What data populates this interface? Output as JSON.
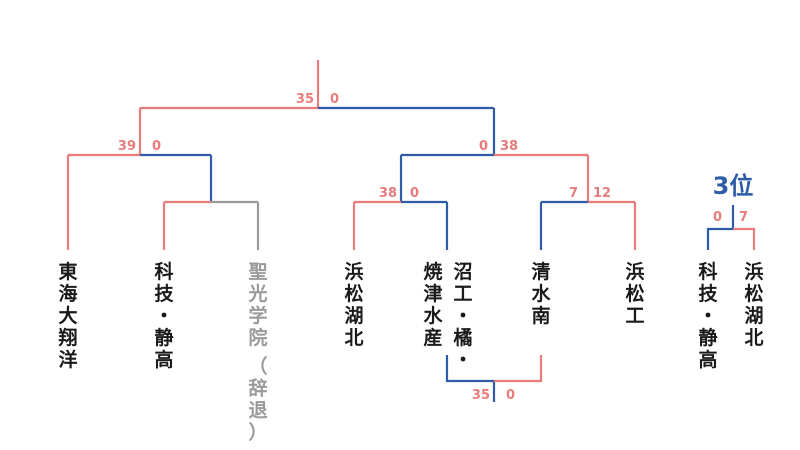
{
  "colors": {
    "win": "#E97B7B",
    "lose": "#2E5CA8",
    "withdrawn": "#9A9A9A",
    "team_text": "#1a1a1a",
    "place_title": "#2E5CA8"
  },
  "bracket": {
    "final": {
      "left_score": "35",
      "right_score": "0"
    },
    "semi_left": {
      "left_score": "39",
      "right_score": "0"
    },
    "semi_right": {
      "left_score": "0",
      "right_score": "38"
    },
    "qf_right_a": {
      "left_score": "38",
      "right_score": "0"
    },
    "qf_right_b": {
      "left_score": "7",
      "right_score": "12"
    },
    "first_round": {
      "left_score": "35",
      "right_score": "0"
    }
  },
  "teams": [
    {
      "name": "東海大翔洋"
    },
    {
      "name": "科技・静高"
    },
    {
      "name": "聖光学院",
      "note": "（辞退）"
    },
    {
      "name": "浜松湖北"
    },
    {
      "name": "焼津水産"
    },
    {
      "name": "沼工・橘・"
    },
    {
      "name": "清水南"
    },
    {
      "name": "浜松工"
    }
  ],
  "third_place": {
    "title": "3位",
    "left_score": "0",
    "right_score": "7",
    "teams": [
      {
        "name": "科技・静高"
      },
      {
        "name": "浜松湖北"
      }
    ]
  }
}
